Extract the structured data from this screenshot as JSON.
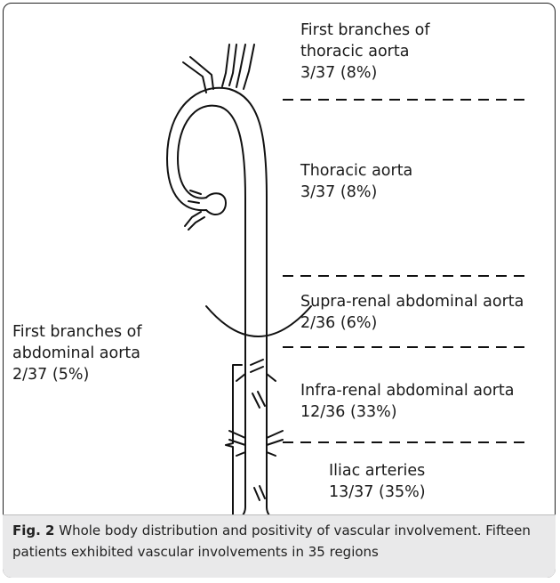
{
  "regions": [
    {
      "name": "First branches of",
      "name2": "thoracic aorta",
      "value": "3/37 (8%)"
    },
    {
      "name": "Thoracic aorta",
      "value": "3/37 (8%)"
    },
    {
      "name": "Supra-renal abdominal aorta",
      "value": "2/36 (6%)"
    },
    {
      "name": "Infra-renal abdominal aorta",
      "value": "12/36 (33%)"
    },
    {
      "name": "Iliac arteries",
      "value": "13/37 (35%)"
    }
  ],
  "side_label": {
    "line1": "First branches of",
    "line2": "abdominal aorta",
    "value": "2/37 (5%)"
  },
  "caption": {
    "fig_label": "Fig. 2",
    "text": " Whole body distribution and positivity of vascular involvement. Fifteen patients exhibited vascular involvements in 35 regions"
  }
}
